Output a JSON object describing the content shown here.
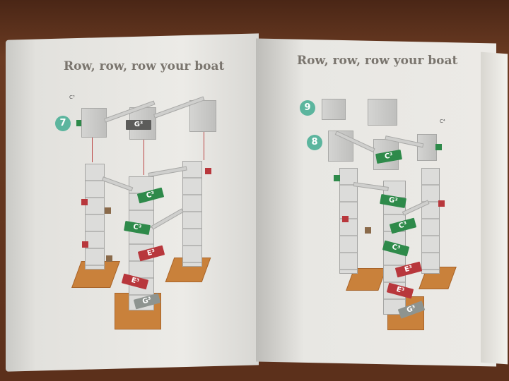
{
  "left_page": {
    "title": "Row, row, row your boat",
    "step": "7",
    "note_label": "C³",
    "tags": [
      "G³",
      "C³",
      "C³",
      "E³",
      "E³",
      "G³"
    ]
  },
  "right_page": {
    "title": "Row, row, row your boat",
    "steps": [
      "9",
      "8"
    ],
    "note_label": "C⁴",
    "tags": [
      "C³",
      "G³",
      "C³",
      "C³",
      "E³",
      "E³",
      "G³"
    ]
  },
  "colors": {
    "green": "#2e8a4a",
    "red": "#b8373c",
    "teal": "#5cb59e",
    "orange": "#c9813b"
  }
}
